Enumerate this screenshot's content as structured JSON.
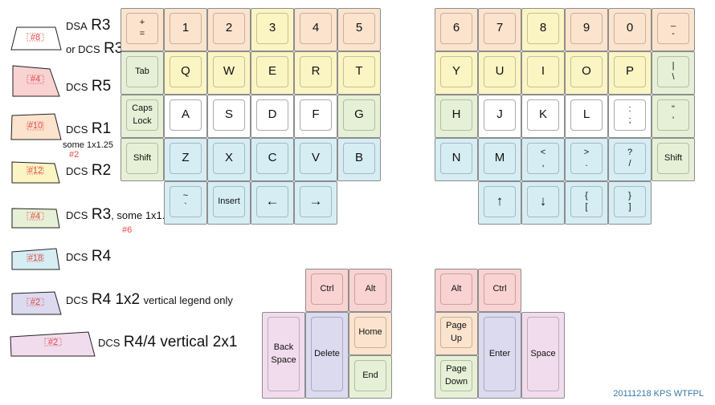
{
  "colors": {
    "r1": "#fbe3cd",
    "r2": "#fbf5c3",
    "r3": "#e6f0d6",
    "r4": "#d6edf3",
    "r5": "#f9d2d2",
    "r4_1x2": "#dcdaef",
    "r4_4": "#f1dced",
    "dsa": "#ffffff"
  },
  "legend": [
    {
      "id": "dsa",
      "pre": "DSA",
      "big": "R3",
      "line2_pre": "or DCS",
      "line2_big": "R3",
      "count": "#8",
      "color": "dsa"
    },
    {
      "id": "r5",
      "pre": "DCS",
      "big": "R5",
      "count": "#4",
      "color": "r5"
    },
    {
      "id": "r1",
      "pre": "DCS",
      "big": "R1",
      "note": "some 1x1.25",
      "note_count": "#2",
      "count": "#10",
      "color": "r1"
    },
    {
      "id": "r2",
      "pre": "DCS",
      "big": "R2",
      "count": "#12",
      "color": "r2"
    },
    {
      "id": "r3",
      "pre": "DCS",
      "big": "R3",
      "mid": ", some 1x1.25",
      "mid_count": "#6",
      "count": "#4",
      "color": "r3"
    },
    {
      "id": "r4",
      "pre": "DCS",
      "big": "R4",
      "count": "#18",
      "color": "r4"
    },
    {
      "id": "r4-1x2",
      "pre": "DCS",
      "big": "R4 1x2",
      "mid": "vertical legend only",
      "count": "#2",
      "color": "r4_1x2"
    },
    {
      "id": "r4-4",
      "pre": "DCS",
      "big": "R4/4 vertical 2x1",
      "count": "#2",
      "color": "r4_4"
    }
  ],
  "keys": [
    {
      "id": "plus-equals",
      "lines": [
        "+",
        "="
      ],
      "color": "r1"
    },
    {
      "id": "1",
      "lines": [
        "1"
      ],
      "color": "r1"
    },
    {
      "id": "2",
      "lines": [
        "2"
      ],
      "color": "r1"
    },
    {
      "id": "3",
      "lines": [
        "3"
      ],
      "color": "r2"
    },
    {
      "id": "4",
      "lines": [
        "4"
      ],
      "color": "r1"
    },
    {
      "id": "5",
      "lines": [
        "5"
      ],
      "color": "r1"
    },
    {
      "id": "tab",
      "lines": [
        "Tab"
      ],
      "color": "r3"
    },
    {
      "id": "q",
      "lines": [
        "Q"
      ],
      "color": "r2"
    },
    {
      "id": "w",
      "lines": [
        "W"
      ],
      "color": "r2"
    },
    {
      "id": "e",
      "lines": [
        "E"
      ],
      "color": "r2"
    },
    {
      "id": "r",
      "lines": [
        "R"
      ],
      "color": "r2"
    },
    {
      "id": "t",
      "lines": [
        "T"
      ],
      "color": "r2"
    },
    {
      "id": "caps-lock",
      "lines": [
        "Caps",
        "Lock"
      ],
      "color": "r3"
    },
    {
      "id": "a",
      "lines": [
        "A"
      ],
      "color": "dsa"
    },
    {
      "id": "s",
      "lines": [
        "S"
      ],
      "color": "dsa"
    },
    {
      "id": "d",
      "lines": [
        "D"
      ],
      "color": "dsa"
    },
    {
      "id": "f",
      "lines": [
        "F"
      ],
      "color": "dsa"
    },
    {
      "id": "g",
      "lines": [
        "G"
      ],
      "color": "r3"
    },
    {
      "id": "shift-left",
      "lines": [
        "Shift"
      ],
      "color": "r3"
    },
    {
      "id": "z",
      "lines": [
        "Z"
      ],
      "color": "r4"
    },
    {
      "id": "x",
      "lines": [
        "X"
      ],
      "color": "r4"
    },
    {
      "id": "c",
      "lines": [
        "C"
      ],
      "color": "r4"
    },
    {
      "id": "v",
      "lines": [
        "V"
      ],
      "color": "r4"
    },
    {
      "id": "b",
      "lines": [
        "B"
      ],
      "color": "r4"
    },
    {
      "id": "tilde",
      "lines": [
        "~",
        "`"
      ],
      "color": "r4"
    },
    {
      "id": "insert",
      "lines": [
        "Insert"
      ],
      "color": "r4"
    },
    {
      "id": "left-arrow",
      "lines": [
        "←"
      ],
      "color": "r4"
    },
    {
      "id": "right-arrow",
      "lines": [
        "→"
      ],
      "color": "r4"
    },
    {
      "id": "6",
      "lines": [
        "6"
      ],
      "color": "r1"
    },
    {
      "id": "7",
      "lines": [
        "7"
      ],
      "color": "r1"
    },
    {
      "id": "8",
      "lines": [
        "8"
      ],
      "color": "r2"
    },
    {
      "id": "9",
      "lines": [
        "9"
      ],
      "color": "r1"
    },
    {
      "id": "0",
      "lines": [
        "0"
      ],
      "color": "r1"
    },
    {
      "id": "minus",
      "lines": [
        "_",
        "-"
      ],
      "color": "r1"
    },
    {
      "id": "y",
      "lines": [
        "Y"
      ],
      "color": "r2"
    },
    {
      "id": "u",
      "lines": [
        "U"
      ],
      "color": "r2"
    },
    {
      "id": "i",
      "lines": [
        "I"
      ],
      "color": "r2"
    },
    {
      "id": "o",
      "lines": [
        "O"
      ],
      "color": "r2"
    },
    {
      "id": "p",
      "lines": [
        "P"
      ],
      "color": "r2"
    },
    {
      "id": "backslash",
      "lines": [
        "|",
        "\\"
      ],
      "color": "r3"
    },
    {
      "id": "h",
      "lines": [
        "H"
      ],
      "color": "r3"
    },
    {
      "id": "j",
      "lines": [
        "J"
      ],
      "color": "dsa"
    },
    {
      "id": "k",
      "lines": [
        "K"
      ],
      "color": "dsa"
    },
    {
      "id": "l",
      "lines": [
        "L"
      ],
      "color": "dsa"
    },
    {
      "id": "semicolon",
      "lines": [
        ":",
        ";"
      ],
      "color": "dsa"
    },
    {
      "id": "quote",
      "lines": [
        "\"",
        "'"
      ],
      "color": "r3"
    },
    {
      "id": "n",
      "lines": [
        "N"
      ],
      "color": "r4"
    },
    {
      "id": "m",
      "lines": [
        "M"
      ],
      "color": "r4"
    },
    {
      "id": "comma",
      "lines": [
        "<",
        ","
      ],
      "color": "r4"
    },
    {
      "id": "period",
      "lines": [
        ">",
        "."
      ],
      "color": "r4"
    },
    {
      "id": "slash",
      "lines": [
        "?",
        "/"
      ],
      "color": "r4"
    },
    {
      "id": "shift-right",
      "lines": [
        "Shift"
      ],
      "color": "r3"
    },
    {
      "id": "up-arrow",
      "lines": [
        "↑"
      ],
      "color": "r4"
    },
    {
      "id": "down-arrow",
      "lines": [
        "↓"
      ],
      "color": "r4"
    },
    {
      "id": "left-brace",
      "lines": [
        "{",
        "["
      ],
      "color": "r4"
    },
    {
      "id": "right-brace",
      "lines": [
        "}",
        "]"
      ],
      "color": "r4"
    },
    {
      "id": "ctrl-left",
      "lines": [
        "Ctrl"
      ],
      "color": "r5"
    },
    {
      "id": "alt-left",
      "lines": [
        "Alt"
      ],
      "color": "r5"
    },
    {
      "id": "backspace",
      "lines": [
        "Back",
        "Space"
      ],
      "color": "r4_4"
    },
    {
      "id": "delete",
      "lines": [
        "Delete"
      ],
      "color": "r4_1x2"
    },
    {
      "id": "home",
      "lines": [
        "Home"
      ],
      "color": "r1"
    },
    {
      "id": "end",
      "lines": [
        "End"
      ],
      "color": "r3"
    },
    {
      "id": "alt-right",
      "lines": [
        "Alt"
      ],
      "color": "r5"
    },
    {
      "id": "ctrl-right",
      "lines": [
        "Ctrl"
      ],
      "color": "r5"
    },
    {
      "id": "page-up",
      "lines": [
        "Page",
        "Up"
      ],
      "color": "r1"
    },
    {
      "id": "page-down",
      "lines": [
        "Page",
        "Down"
      ],
      "color": "r3"
    },
    {
      "id": "enter",
      "lines": [
        "Enter"
      ],
      "color": "r4_1x2"
    },
    {
      "id": "space",
      "lines": [
        "Space"
      ],
      "color": "r4_4"
    }
  ],
  "credit": "20111218 KPS WTFPL"
}
